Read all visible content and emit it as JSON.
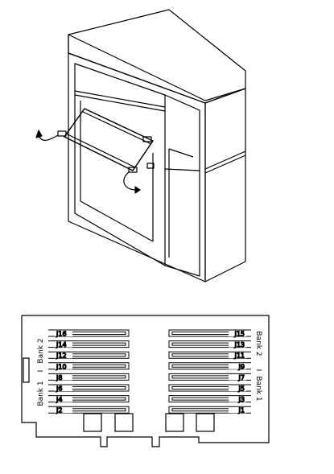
{
  "board": {
    "left_slots": [
      "J16",
      "J14",
      "J12",
      "J10",
      "J8",
      "J6",
      "J4",
      "J2"
    ],
    "right_slots": [
      "J15",
      "J13",
      "J11",
      "J9",
      "J7",
      "J5",
      "J3",
      "J1"
    ],
    "bank_labels": {
      "left_upper": "Bank 2",
      "left_lower": "Bank 1",
      "right_upper": "Bank 2",
      "right_lower": "Bank 1"
    },
    "separator_mark": "I"
  }
}
